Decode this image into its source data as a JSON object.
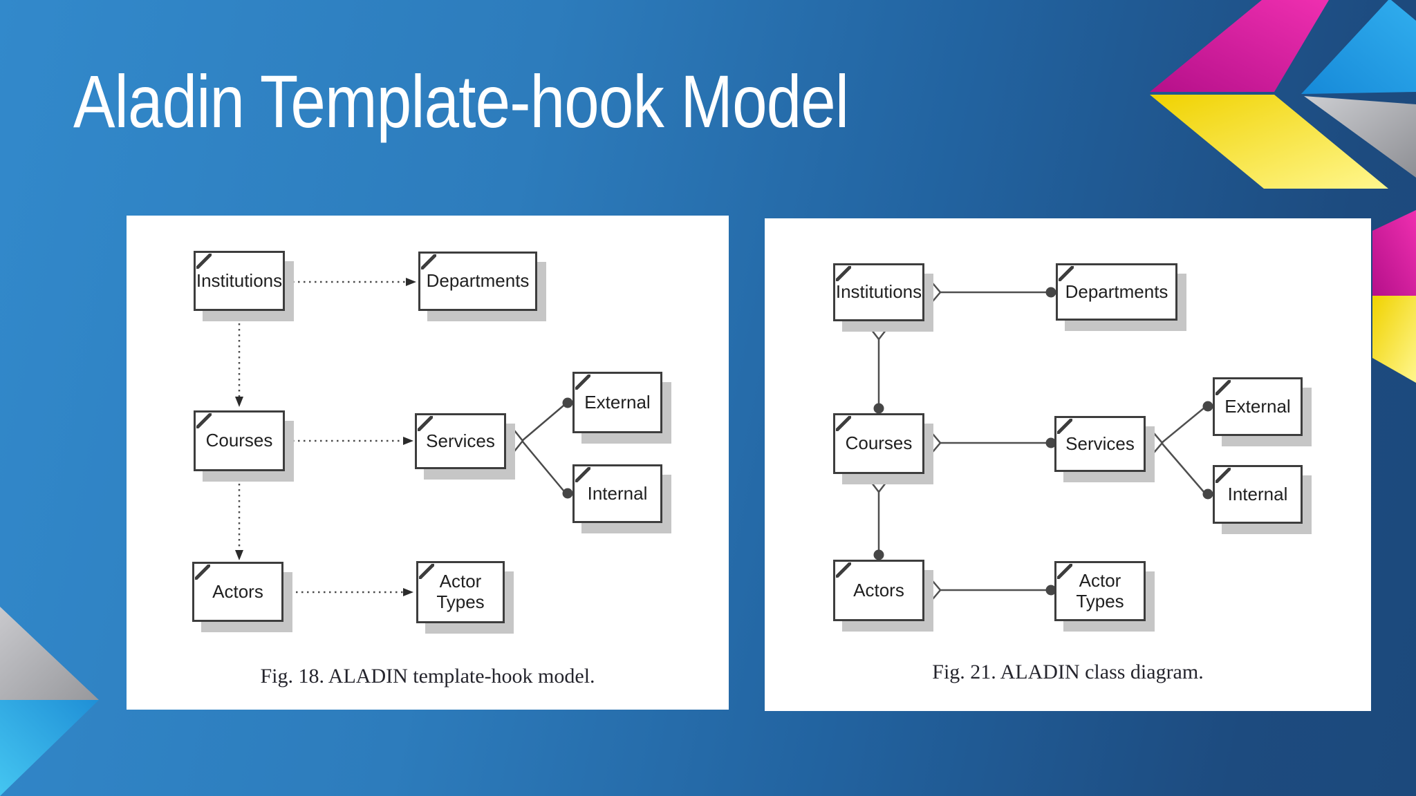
{
  "slide": {
    "title": "Aladin Template-hook Model",
    "background": {
      "gradient_start": "#3289cb",
      "gradient_end": "#1c497c"
    }
  },
  "decorations": {
    "top_right_chevrons": {
      "description": "two left-pointing chevron arrows",
      "colors": {
        "magenta": "#d4129a",
        "yellow": "#f7dc12",
        "blue": "#1e9ae2",
        "gray": "#a7a8ac"
      }
    },
    "right_edge_bands": {
      "colors": [
        "#d4129a",
        "#f7dc12"
      ]
    },
    "bottom_left_triangles": {
      "colors": [
        "#a7a8ac",
        "#2baae6"
      ]
    }
  },
  "fig18": {
    "caption": "Fig. 18. ALADIN template-hook model.",
    "nodes": {
      "institutions": "Institutions",
      "departments": "Departments",
      "courses": "Courses",
      "services": "Services",
      "external": "External",
      "internal": "Internal",
      "actors": "Actors",
      "actor_types": "Actor Types"
    },
    "notation": "dotted arrows = template-hook links; hollow diamond with filled circles = Services specializations",
    "edges": [
      {
        "from": "Institutions",
        "to": "Departments",
        "style": "dotted-arrow"
      },
      {
        "from": "Institutions",
        "to": "Courses",
        "style": "dotted-arrow"
      },
      {
        "from": "Courses",
        "to": "Services",
        "style": "dotted-arrow"
      },
      {
        "from": "Courses",
        "to": "Actors",
        "style": "dotted-arrow"
      },
      {
        "from": "Actors",
        "to": "Actor Types",
        "style": "dotted-arrow"
      },
      {
        "from": "Services",
        "to": "External",
        "style": "diamond-line-circle"
      },
      {
        "from": "Services",
        "to": "Internal",
        "style": "diamond-line-circle"
      }
    ]
  },
  "fig21": {
    "caption": "Fig. 21. ALADIN class diagram.",
    "nodes": {
      "institutions": "Institutions",
      "departments": "Departments",
      "courses": "Courses",
      "services": "Services",
      "external": "External",
      "internal": "Internal",
      "actors": "Actors",
      "actor_types": "Actor Types"
    },
    "notation": "aggregation links: hollow diamond at whole end, filled circle at part end",
    "edges": [
      {
        "from": "Institutions",
        "to": "Departments",
        "style": "aggregation"
      },
      {
        "from": "Institutions",
        "to": "Courses",
        "style": "aggregation"
      },
      {
        "from": "Courses",
        "to": "Services",
        "style": "aggregation"
      },
      {
        "from": "Courses",
        "to": "Actors",
        "style": "aggregation"
      },
      {
        "from": "Services",
        "to": "External",
        "style": "aggregation"
      },
      {
        "from": "Services",
        "to": "Internal",
        "style": "aggregation"
      },
      {
        "from": "Actors",
        "to": "Actor Types",
        "style": "aggregation"
      }
    ]
  }
}
